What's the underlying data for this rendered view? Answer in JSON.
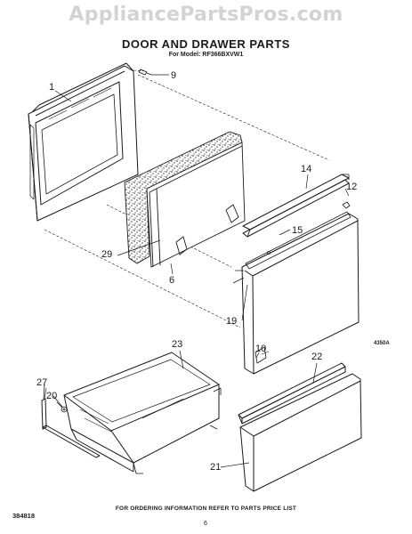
{
  "watermark": "AppliancePartsPros.com",
  "title": "DOOR AND DRAWER PARTS",
  "model": "For Model: RF366BXVW1",
  "callouts": [
    {
      "label": "1"
    },
    {
      "label": "9"
    },
    {
      "label": "14"
    },
    {
      "label": "12"
    },
    {
      "label": "15"
    },
    {
      "label": "29"
    },
    {
      "label": "6"
    },
    {
      "label": "19"
    },
    {
      "label": "10"
    },
    {
      "label": "23"
    },
    {
      "label": "22"
    },
    {
      "label": "27"
    },
    {
      "label": "20"
    },
    {
      "label": "21"
    }
  ],
  "drawing_code": "4350A",
  "footer_note": "FOR ORDERING INFORMATION REFER TO PARTS PRICE LIST",
  "doc_number": "384818",
  "page_number": "6",
  "fine_print": "",
  "edge_print": "",
  "colors": {
    "line": "#1a1a1a",
    "watermark": "#d3d3d3",
    "insulation": "#555555"
  }
}
